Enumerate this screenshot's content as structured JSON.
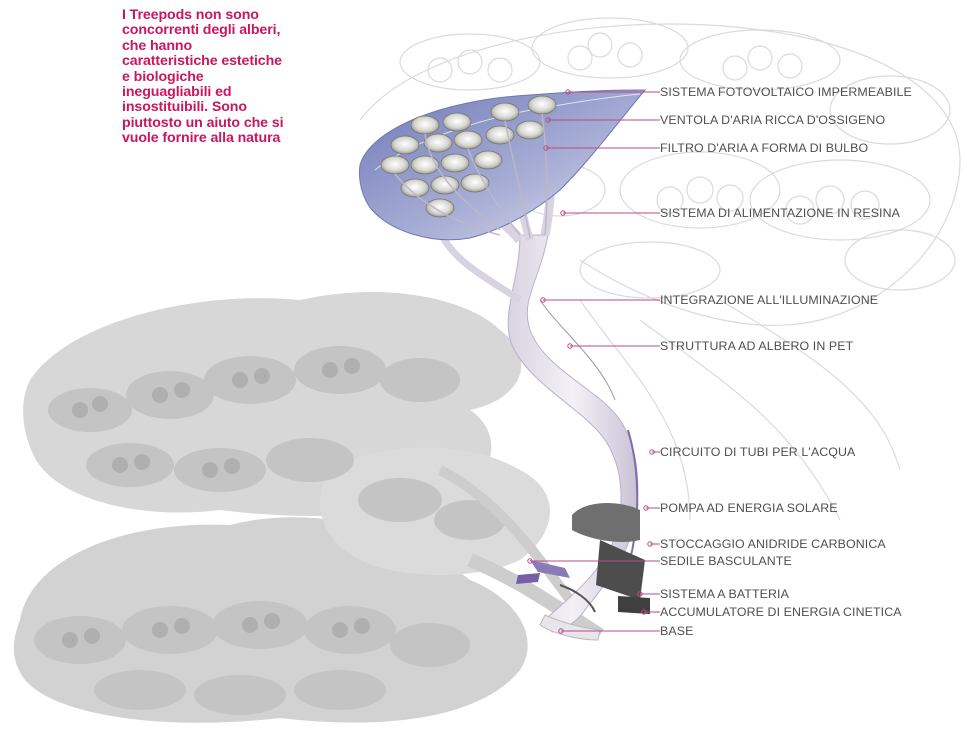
{
  "intro_text": "I Treepods non sono concorrenti degli alberi, che hanno caratteristiche estetiche e biologiche ineguagliabili ed insostituibili. Sono piuttosto un aiuto che si vuole fornire alla natura",
  "colors": {
    "accent": "#c8165f",
    "label_text": "#4f4f4f",
    "leader_line": "#b84b84",
    "trunk": "#e6e3ea",
    "canopy_outline": "#cfd4da",
    "shadow": "#c6c6c6"
  },
  "labels": [
    {
      "id": "photovoltaic",
      "text": "SISTEMA FOTOVOLTAICO IMPERMEABILE"
    },
    {
      "id": "fan",
      "text": "VENTOLA D'ARIA RICCA D'OSSIGENO"
    },
    {
      "id": "bulb-filter",
      "text": "FILTRO D'ARIA A FORMA DI BULBO"
    },
    {
      "id": "resin-feed",
      "text": "SISTEMA DI ALIMENTAZIONE IN RESINA"
    },
    {
      "id": "lighting",
      "text": "INTEGRAZIONE ALL'ILLUMINAZIONE"
    },
    {
      "id": "pet-structure",
      "text": "STRUTTURA AD ALBERO IN PET"
    },
    {
      "id": "water-pipes",
      "text": "CIRCUITO DI TUBI PER L'ACQUA"
    },
    {
      "id": "solar-pump",
      "text": "POMPA AD ENERGIA SOLARE"
    },
    {
      "id": "co2-storage",
      "text": "STOCCAGGIO ANIDRIDE CARBONICA"
    },
    {
      "id": "seat",
      "text": "SEDILE BASCULANTE"
    },
    {
      "id": "battery",
      "text": "SISTEMA A BATTERIA"
    },
    {
      "id": "kinetic",
      "text": "ACCUMULATORE DI ENERGIA CINETICA"
    },
    {
      "id": "base",
      "text": "BASE"
    }
  ]
}
